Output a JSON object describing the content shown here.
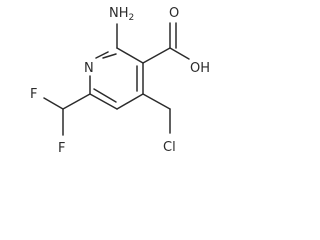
{
  "structure": {
    "atoms": {
      "amine": {
        "main": "NH",
        "sub": "2"
      },
      "ring_nitrogen": "N",
      "hydroxyl": "OH",
      "carbonyl_oxygen": "O",
      "fluorine_upper": "F",
      "fluorine_lower": "F",
      "chlorine": "Cl"
    }
  }
}
